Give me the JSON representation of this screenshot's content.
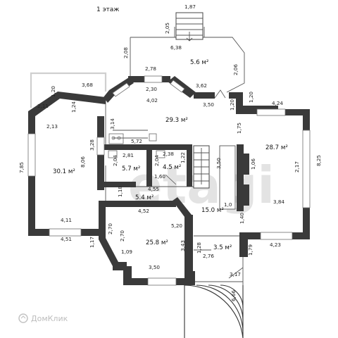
{
  "title": "1 этаж",
  "watermark": "etagi",
  "logo_text": "ДомКлик",
  "areas": {
    "porch_top": "5.6 м²",
    "hall": "29.3 м²",
    "living_right": "28.7 м²",
    "room_left": "30.1 м²",
    "bath_a": "5.7 м²",
    "bath_b": "4.5 м²",
    "corridor": "5.4 м²",
    "stair_hall": "15.0 м²",
    "room_bottom": "25.8 м²",
    "vestibule": "3.5 м²"
  },
  "dims": {
    "d1_87": "1,87",
    "d2_05": "2,05",
    "d6_38": "6,38",
    "d2_08": "2,08",
    "d2_78": "2,78",
    "d2_06": "2,06",
    "d3_68": "3,68",
    "d2_30": "2,30",
    "d3_62": "3,62",
    "d1_20a": "1,20",
    "d4_02": "4,02",
    "d3_50a": "3,50",
    "d1_20b": "1,20",
    "d1_20c": "1,20",
    "d2_11": "2,11",
    "d1_24": "1,24",
    "d4_24": "4,24",
    "d2_13": "2,13",
    "d3_14": "3,14",
    "d1_75": "1,75",
    "d5_72": "5,72",
    "d7_85": "7,85",
    "d3_28": "3,28",
    "d2_81": "2,81",
    "d2_38": "2,38",
    "d8_25": "8,25",
    "d8_06": "8,06",
    "d2_04a": "2,04",
    "d2_04b": "2,04",
    "d1_22": "1,22",
    "d3_50b": "3,50",
    "d1_06": "1,06",
    "d2_17": "2,17",
    "d1_60": "1,60",
    "d4_55": "4,55",
    "d1_18": "1,18",
    "d1_0": "1,0",
    "d3_84": "3,84",
    "d4_52": "4,52",
    "d4_11": "4,11",
    "d1_40": "1,40",
    "d5_20": "5,20",
    "d2_70a": "2,70",
    "d2_70b": "2,70",
    "d4_51": "4,51",
    "d1_17": "1,17",
    "d4_23": "4,23",
    "d3_43": "3,43",
    "d1_28": "1,28",
    "d1_09": "1,09",
    "d1_79": "1,79",
    "d2_76": "2,76",
    "d3_50c": "3,50",
    "d3_17": "3,17",
    "d6_66": "6,66"
  },
  "colors": {
    "wall": "#3a3a3a",
    "watermark": "#e3e3e3"
  }
}
